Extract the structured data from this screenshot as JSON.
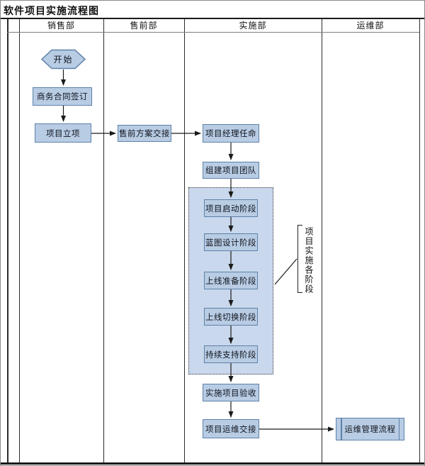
{
  "title": "软件项目实施流程图",
  "lanes": [
    "销售部",
    "售前部",
    "实施部",
    "运维部"
  ],
  "nodes": {
    "start": "开始",
    "contract_sign": "商务合同签订",
    "project_initiation": "项目立项",
    "presales_handover": "售前方案交接",
    "pm_appointment": "项目经理任命",
    "build_team": "组建项目团队",
    "stage_kickoff": "项目启动阶段",
    "stage_blueprint": "蓝图设计阶段",
    "stage_golive_prep": "上线准备阶段",
    "stage_golive_switch": "上线切换阶段",
    "stage_support": "持续支持阶段",
    "project_acceptance": "实施项目验收",
    "om_handover": "项目运维交接",
    "om_process": "运维管理流程"
  },
  "annotations": {
    "stages_bracket_label": "项目实施各阶段"
  },
  "edges": [
    {
      "from": "start",
      "to": "contract_sign"
    },
    {
      "from": "contract_sign",
      "to": "project_initiation"
    },
    {
      "from": "project_initiation",
      "to": "presales_handover"
    },
    {
      "from": "presales_handover",
      "to": "pm_appointment"
    },
    {
      "from": "pm_appointment",
      "to": "build_team"
    },
    {
      "from": "build_team",
      "to": "stage_kickoff"
    },
    {
      "from": "stage_kickoff",
      "to": "stage_blueprint"
    },
    {
      "from": "stage_blueprint",
      "to": "stage_golive_prep"
    },
    {
      "from": "stage_golive_prep",
      "to": "stage_golive_switch"
    },
    {
      "from": "stage_golive_switch",
      "to": "stage_support"
    },
    {
      "from": "stage_support",
      "to": "project_acceptance"
    },
    {
      "from": "project_acceptance",
      "to": "om_handover"
    },
    {
      "from": "om_handover",
      "to": "om_process"
    }
  ],
  "colors": {
    "node_fill": "#b8cce4",
    "node_border": "#5e81a8",
    "group_fill": "#c9d8ec",
    "line": "#1a1a1a"
  }
}
